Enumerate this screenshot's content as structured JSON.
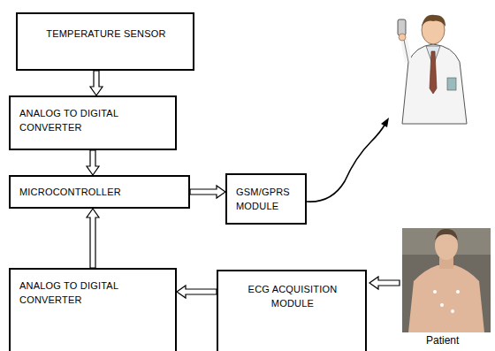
{
  "diagram": {
    "nodes": [
      {
        "text": [
          "TEMPERATURE SENSOR"
        ]
      },
      {
        "text": [
          "ANALOG TO DIGITAL CONVERTER"
        ]
      },
      {
        "text": [
          "MICROCONTROLLER"
        ]
      },
      {
        "text": [
          "GSM/GPRS MODULE"
        ]
      },
      {
        "text": [
          "ECG ACQUISITION MODULE"
        ]
      },
      {
        "text": [
          "ANALOG TO DIGITAL CONVERTER"
        ]
      }
    ],
    "edges": [
      {
        "from": 0,
        "to": 1,
        "arrow": "to"
      },
      {
        "from": 1,
        "to": 2,
        "arrow": "to"
      },
      {
        "from": 2,
        "to": 3,
        "arrow": "to"
      },
      {
        "from": 5,
        "to": 2,
        "arrow": "to"
      },
      {
        "from": 4,
        "to": 5,
        "arrow": "to"
      }
    ],
    "labels": [
      "Patient"
    ]
  }
}
